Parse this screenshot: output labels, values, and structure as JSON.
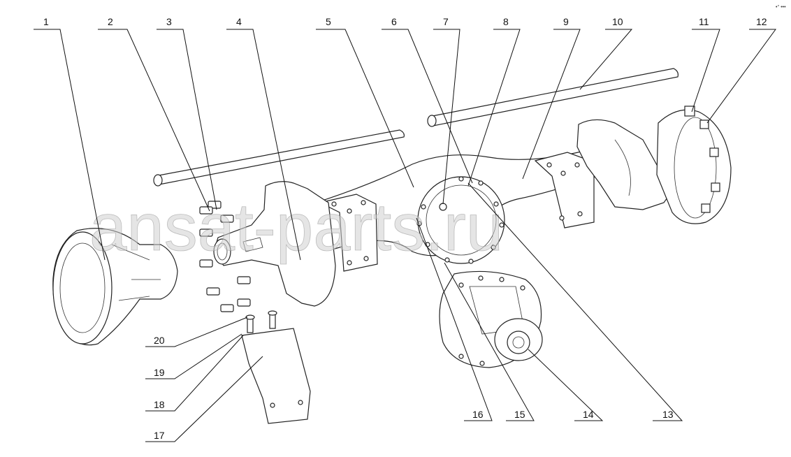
{
  "watermark": "ansat-parts.ru",
  "corner_mark": "•° •••",
  "callouts": {
    "top": [
      "1",
      "2",
      "3",
      "4",
      "5",
      "6",
      "7",
      "8",
      "9",
      "10",
      "11",
      "12"
    ],
    "bottom_left": [
      "20",
      "19",
      "18",
      "17"
    ],
    "bottom_right": [
      "16",
      "15",
      "14",
      "13"
    ]
  }
}
